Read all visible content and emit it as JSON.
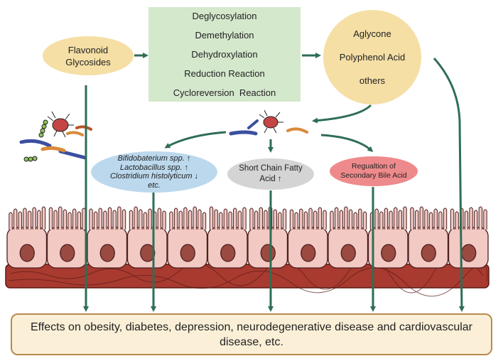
{
  "nodes": {
    "flavonoid": "Flavonoid\nGlycosides",
    "processes": [
      "Deglycosylation",
      "Demethylation",
      "Dehydroxylation",
      "Reduction Reaction",
      "Cycloreversion  Reaction"
    ],
    "products": [
      "Aglycone",
      "Polyphenol Acid",
      "others"
    ],
    "bacteria": [
      "Bifidobaterium spp. ↑",
      "Lactobacillus spp. ↑",
      "Clostridium histolyticum ↓",
      "etc."
    ],
    "scfa": [
      "Short Chain Fatty",
      "Acid ↑"
    ],
    "bile": [
      "Regualtion of",
      "Secondary Bile Acid"
    ],
    "effects": "Effects on obesity, diabetes, depression, neurodegenerative disease and cardiovascular disease, etc."
  },
  "colors": {
    "arrow": "#2e6e55",
    "flavonoid_fill": "#f5dfa5",
    "process_fill": "#d4e8cc",
    "bacteria_fill": "#bcd8ed",
    "scfa_fill": "#d4d4d4",
    "bile_fill": "#ef8a8c",
    "cell_fill": "#f3c9c4",
    "nucleus_fill": "#9a4a40",
    "tissue_fill": "#a83a30",
    "effects_fill": "#fbf0d7",
    "effects_border": "#b88a4e"
  },
  "icons": [
    "bacteria-cluster-icon",
    "bacteria-cluster-icon",
    "intestinal-epithelium-icon"
  ]
}
